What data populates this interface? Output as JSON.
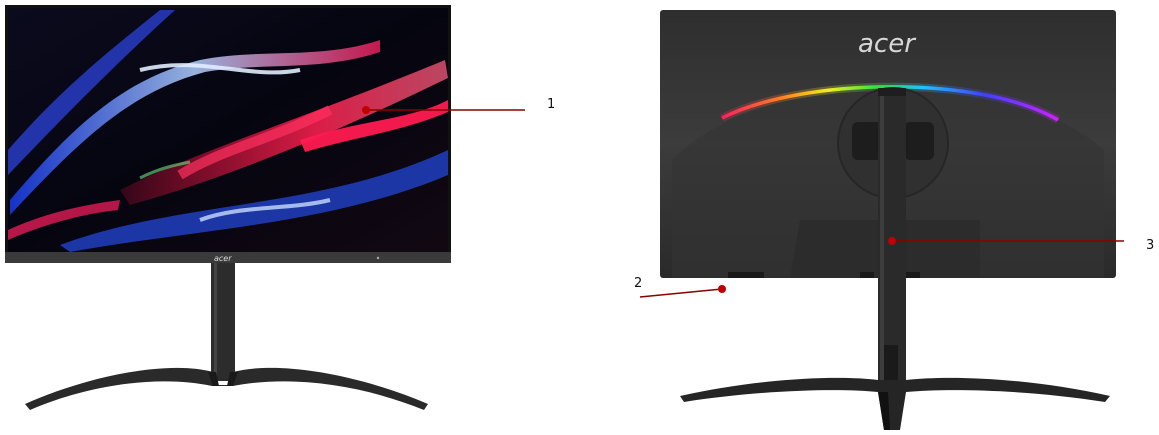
{
  "front_view": {
    "brand_logo": "acer"
  },
  "rear_view": {
    "brand_logo": "acer"
  },
  "callouts": [
    {
      "label": "1"
    },
    {
      "label": "2"
    },
    {
      "label": "3"
    }
  ],
  "colors": {
    "callout_line": "#8b0000",
    "callout_dot": "#c00000",
    "bezel": "#1a1a1a",
    "stand": "#2a2a2a",
    "rear_shell": "#3a3a3a"
  },
  "icons": [
    "monitor-front",
    "monitor-rear",
    "rgb-light-strip"
  ]
}
